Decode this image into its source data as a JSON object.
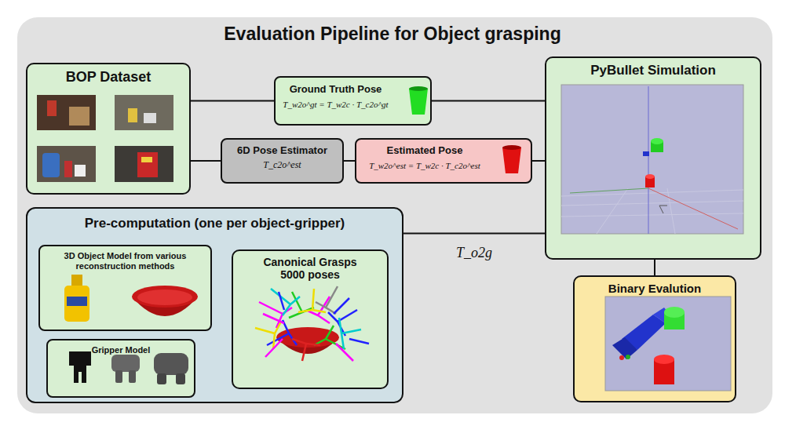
{
  "diagram": {
    "title": "Evaluation Pipeline for Object grasping",
    "nodes": [
      {
        "text": [
          "BOP Dataset"
        ]
      },
      {
        "text": [
          "Ground Truth Pose",
          "T_w2o^gt = T_w2c · T_c2o^gt"
        ]
      },
      {
        "text": [
          "6D Pose Estimator",
          "T_c2o^est"
        ]
      },
      {
        "text": [
          "Estimated Pose",
          "T_w2o^est = T_w2c · T_c2o^est"
        ]
      },
      {
        "text": [
          "PyBullet Simulation"
        ]
      },
      {
        "text": [
          "Pre-computation (one per object-gripper)"
        ]
      },
      {
        "text": [
          "3D Object Model from various reconstruction methods"
        ],
        "in": 5
      },
      {
        "text": [
          "Canonical Grasps 5000 poses"
        ],
        "in": 5
      },
      {
        "text": [
          "Gripper Model"
        ],
        "in": 5
      },
      {
        "text": [
          "Binary Evalution"
        ]
      }
    ],
    "edges": [
      {
        "from": 0,
        "to": 1,
        "arrow": "none"
      },
      {
        "from": 1,
        "to": 4,
        "arrow": "none"
      },
      {
        "from": 0,
        "to": 2,
        "arrow": "none"
      },
      {
        "from": 2,
        "to": 3,
        "arrow": "none"
      },
      {
        "from": 3,
        "to": 4,
        "arrow": "none"
      },
      {
        "from": 5,
        "to": 4,
        "label": "T_o2g",
        "arrow": "none"
      },
      {
        "from": 4,
        "to": 9,
        "arrow": "none"
      }
    ]
  }
}
